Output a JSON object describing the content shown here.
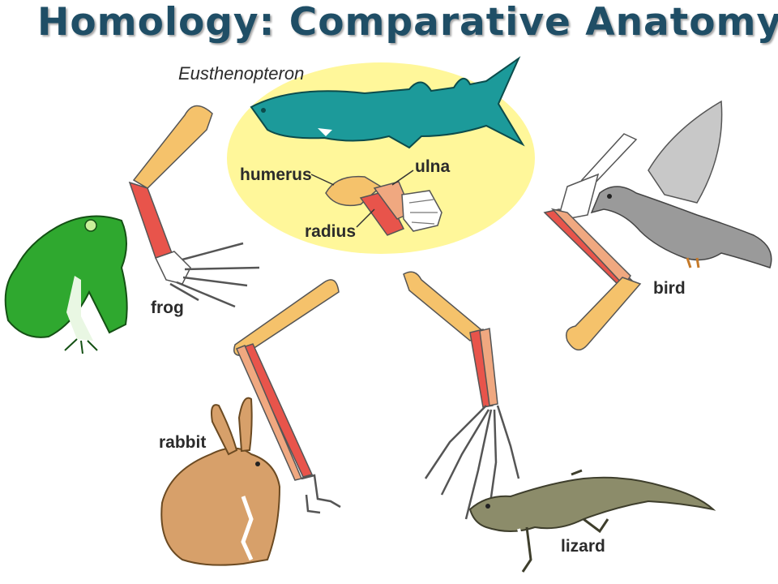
{
  "title": "Homology: Comparative Anatomy",
  "labels": {
    "fish": "Eusthenopteron",
    "humerus": "humerus",
    "ulna": "ulna",
    "radius": "radius",
    "frog": "frog",
    "bird": "bird",
    "rabbit": "rabbit",
    "lizard": "lizard"
  },
  "colors": {
    "title": "#1f4e66",
    "humerus_bone": "#f5c26b",
    "radius_bone": "#e8544b",
    "ulna_bone": "#f0a880",
    "hand_bones": "#ffffff",
    "fish_highlight": "#fff79a",
    "fish_body": "#1c9a9a",
    "frog_body": "#2fa82f",
    "bird_body": "#9a9a9a",
    "rabbit_body": "#d7a06a",
    "lizard_body": "#8c8c6a"
  }
}
